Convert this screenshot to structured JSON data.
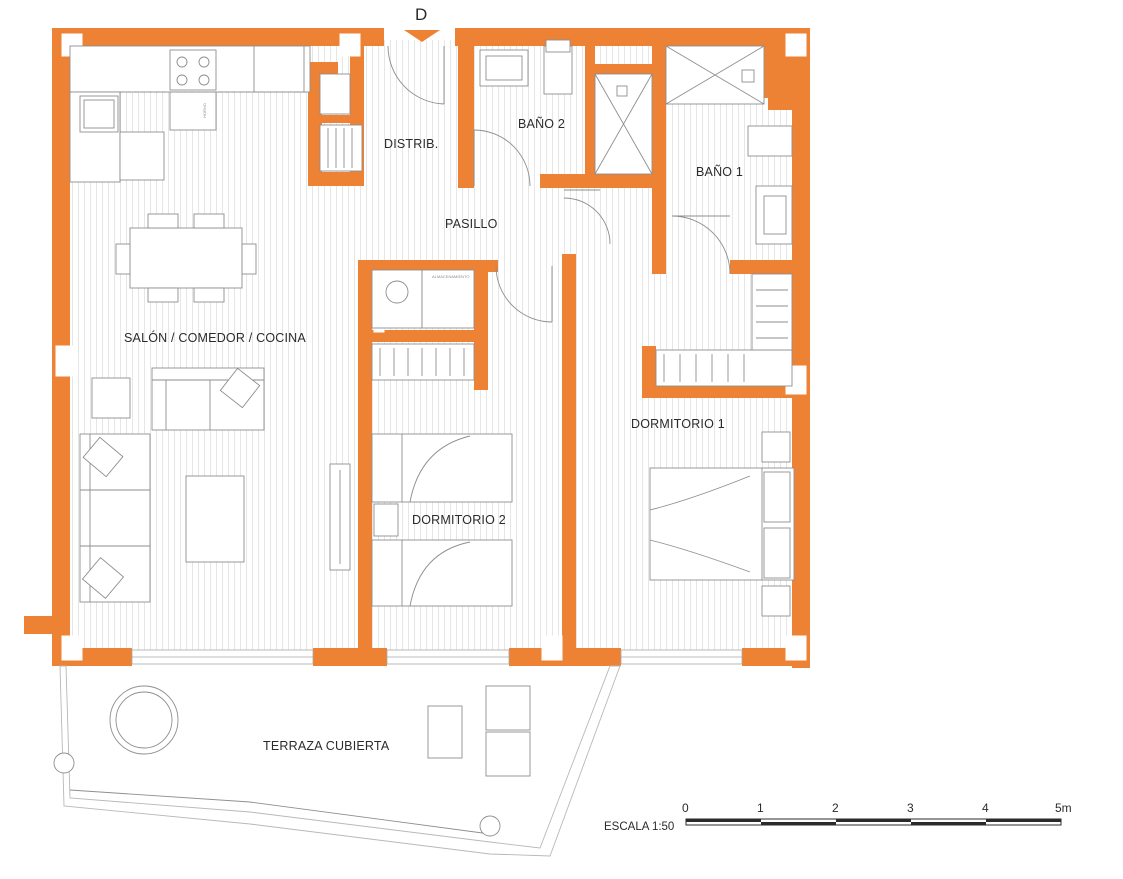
{
  "entrance_label": "D",
  "rooms": {
    "salon": "SALÓN / COMEDOR / COCINA",
    "distrib": "DISTRIB.",
    "pasillo": "PASILLO",
    "bano2": "BAÑO 2",
    "bano1": "BAÑO 1",
    "dormitorio1": "DORMITORIO 1",
    "dormitorio2": "DORMITORIO 2",
    "terraza": "TERRAZA CUBIERTA"
  },
  "appliances": {
    "horno": "HORNO",
    "lavadero": "ALMACENAMIENTO"
  },
  "scale": {
    "label": "ESCALA 1:50",
    "ticks": [
      "0",
      "1",
      "2",
      "3",
      "4",
      "5m"
    ]
  },
  "colors": {
    "wall": "#ee8234",
    "floor_hatch": "#e4e4e4",
    "furniture_line": "#8e8e8e"
  }
}
